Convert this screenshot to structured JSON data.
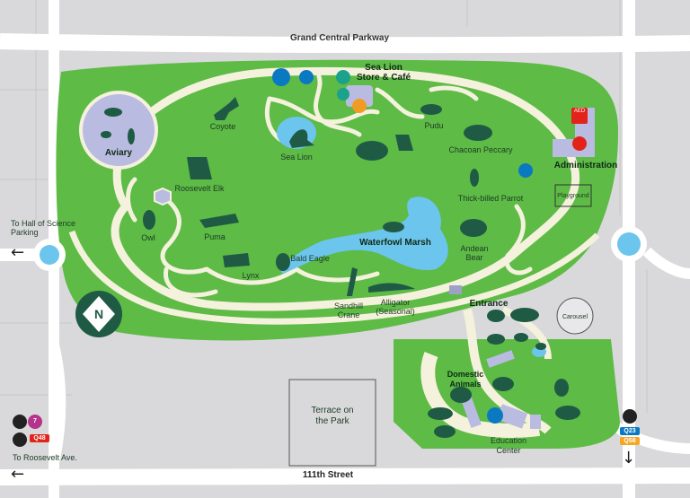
{
  "roads": {
    "north": "Grand Central Parkway",
    "south": "111th Street",
    "west_top": "To Hall of Science\nParking",
    "west_bottom": "To Roosevelt Ave."
  },
  "buildings": {
    "terrace": "Terrace on\nthe Park",
    "carousel": "Carousel",
    "playground": "Playground",
    "aed": "AED"
  },
  "areas": {
    "aviary": "Aviary",
    "sea_lion_store": "Sea Lion\nStore & Café",
    "administration": "Administration",
    "waterfowl_marsh": "Waterfowl Marsh",
    "entrance": "Entrance",
    "domestic_animals": "Domestic\nAnimals",
    "education_center": "Education\nCenter"
  },
  "animals": {
    "coyote": "Coyote",
    "sea_lion": "Sea Lion",
    "pudu": "Pudu",
    "chacoan_peccary": "Chacoan Peccary",
    "roosevelt_elk": "Roosevelt Elk",
    "thick_billed_parrot": "Thick-billed Parrot",
    "owl": "Owl",
    "puma": "Puma",
    "andean_bear": "Andean\nBear",
    "lynx": "Lynx",
    "bald_eagle": "Bald Eagle",
    "sandhill_crane": "Sandhill\nCrane",
    "alligator": "Alligator\n(Seasonal)"
  },
  "transit": {
    "subway_line": "7",
    "bus_west": "Q48",
    "bus_east_1": "Q23",
    "bus_east_2": "Q58"
  },
  "compass": "N",
  "colors": {
    "park_green": "#5dbb46",
    "path": "#f4f1dc",
    "water": "#6cc5ec",
    "road": "#ffffff",
    "ground": "#d9d9db",
    "icon_dark": "#1f5a45",
    "subway_7": "#b5338a",
    "bus_red": "#e2231a",
    "bus_q23": "#0a79c1",
    "bus_q58": "#f5a623"
  }
}
